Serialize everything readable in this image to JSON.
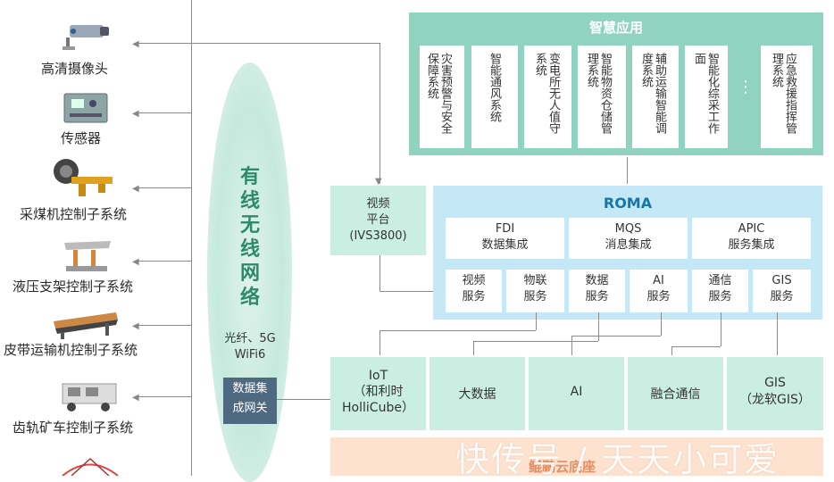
{
  "devices": [
    {
      "label": "高清摄像头",
      "icon": "camera-icon"
    },
    {
      "label": "传感器",
      "icon": "sensor-icon"
    },
    {
      "label": "采煤机控制子系统",
      "icon": "shearer-icon"
    },
    {
      "label": "液压支架控制子系统",
      "icon": "hydraulic-support-icon"
    },
    {
      "label": "皮带运输机控制子系统",
      "icon": "belt-conveyor-icon"
    },
    {
      "label": "齿轨矿车控制子系统",
      "icon": "rack-car-icon"
    }
  ],
  "network": {
    "title": "有线无线网络",
    "sub1": "光纤、5G",
    "sub2": "WiFi6",
    "gateway_line1": "数据集",
    "gateway_line2": "成网关"
  },
  "smart_apps": {
    "title": "智慧应用",
    "cards": [
      {
        "text": "灾害预警与安全保障系统"
      },
      {
        "text": "智能通风系统"
      },
      {
        "text": "变电所无人值守系统"
      },
      {
        "text": "智能物资仓储管理系统"
      },
      {
        "text": "辅助运输智能调度系统"
      },
      {
        "text": "智能化综采工作面"
      },
      {
        "text": "⋮"
      },
      {
        "text": "应急救援指挥管理系统"
      }
    ]
  },
  "video_platform": {
    "line1": "视频",
    "line2": "平台",
    "line3": "(IVS3800)"
  },
  "roma": {
    "title": "ROMA",
    "integrations": [
      {
        "line1": "FDI",
        "line2": "数据集成"
      },
      {
        "line1": "MQS",
        "line2": "消息集成"
      },
      {
        "line1": "APIC",
        "line2": "服务集成"
      }
    ],
    "services": [
      {
        "line1": "视频",
        "line2": "服务"
      },
      {
        "line1": "物联",
        "line2": "服务"
      },
      {
        "line1": "数据",
        "line2": "服务"
      },
      {
        "line1": "AI",
        "line2": "服务"
      },
      {
        "line1": "通信",
        "line2": "服务"
      },
      {
        "line1": "GIS",
        "line2": "服务"
      }
    ]
  },
  "bottom": [
    {
      "line1": "IoT",
      "line2": "（和利时",
      "line3": "HolliCube）"
    },
    {
      "line1": "大数据",
      "line2": "",
      "line3": ""
    },
    {
      "line1": "AI",
      "line2": "",
      "line3": ""
    },
    {
      "line1": "融合通信",
      "line2": "",
      "line3": ""
    },
    {
      "line1": "GIS",
      "line2": "（龙软GIS）",
      "line3": ""
    }
  ],
  "base_label": "鲲鹏云底座",
  "watermark": "快传号 / 天天小可爱",
  "colors": {
    "teal": "#8fd3c0",
    "light_teal": "#cbeee3",
    "roma_blue": "#c5e8f7",
    "roma_title": "#1776a8",
    "gateway": "#4f6a80",
    "base_orange": "#fde3cf"
  }
}
